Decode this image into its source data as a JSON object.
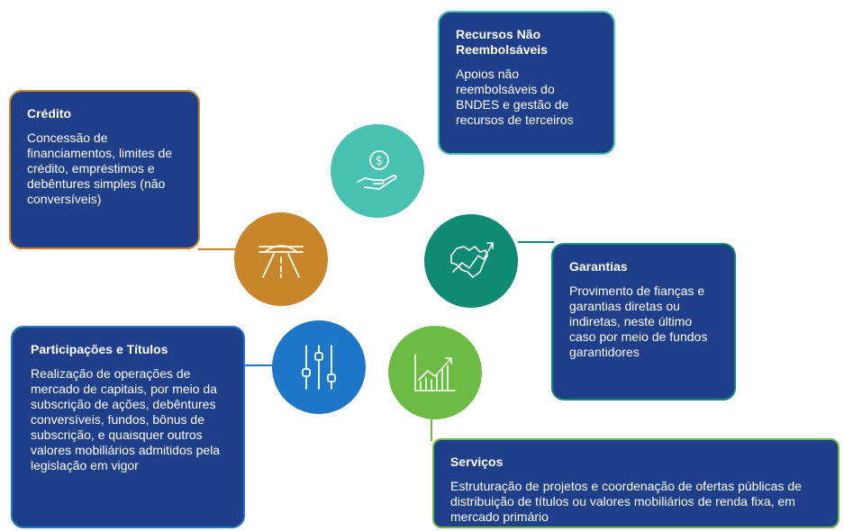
{
  "items": [
    {
      "id": "recursos",
      "title": "Recursos Não Reembolsáveis",
      "description": "Apoios não reembolsáveis do BNDES e gestão de recursos de terceiros",
      "color": "#47c1b0",
      "icon": "money-hand-icon"
    },
    {
      "id": "credito",
      "title": "Crédito",
      "description": "Concessão de financiamentos, limites de crédito, empréstimos e debêntures simples (não conversíveis)",
      "color": "#c9852a",
      "icon": "road-bridge-icon"
    },
    {
      "id": "garantias",
      "title": "Garantias",
      "description": "Provimento de fianças e garantias diretas ou indiretas, neste último caso por meio de fundos garantidores",
      "color": "#0f8a73",
      "icon": "brazil-map-chart-icon"
    },
    {
      "id": "participacoes",
      "title": "Participações e Títulos",
      "description": "Realização de operações de mercado de capitais, por meio da subscrição de ações, debêntures conversíveis, fundos, bônus de subscrição, e quaisquer outros valores mobiliários admitidos pela legislação em vigor",
      "color": "#1e76c8",
      "icon": "sliders-icon"
    },
    {
      "id": "servicos",
      "title": "Serviços",
      "description": "Estruturação de projetos e coordenação de ofertas públicas de distribuição de títulos ou valores mobiliários de renda fixa, em mercado primário",
      "color": "#6bbb44",
      "icon": "growth-chart-icon"
    }
  ],
  "colors": {
    "card_bg": "#1f3f8a",
    "card_text": "#ffffff"
  }
}
